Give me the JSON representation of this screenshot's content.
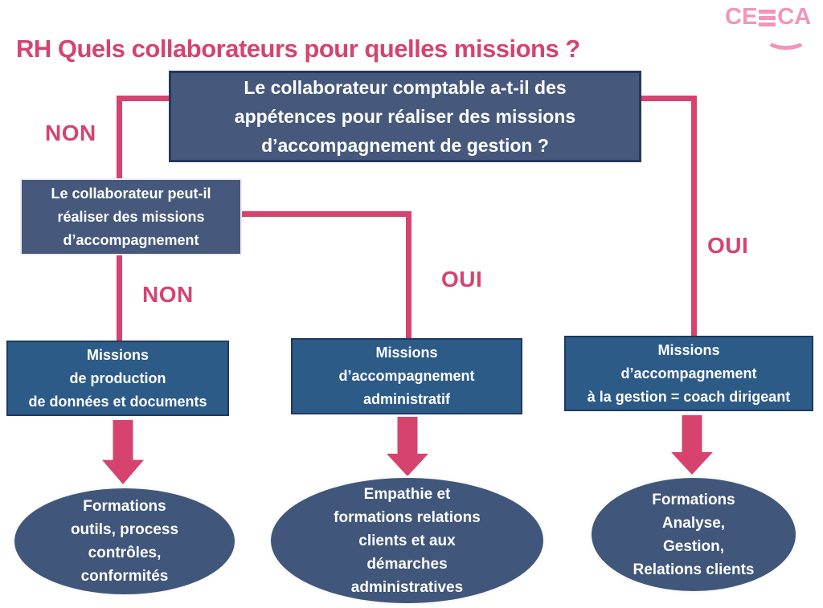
{
  "header": {
    "title": "RH Quels collaborateurs pour quelles missions ?",
    "logo": {
      "left": "CE",
      "right": "CA"
    }
  },
  "labels": {
    "non_top": "NON",
    "non_mid": "NON",
    "oui_mid": "OUI",
    "oui_right": "OUI"
  },
  "nodes": {
    "question_main": {
      "lines": [
        "Le collaborateur comptable a-t-il des",
        "appétences pour réaliser des missions",
        "d’accompagnement de gestion ?"
      ]
    },
    "question_secondary": {
      "lines": [
        "Le collaborateur peut-il",
        "réaliser des missions",
        "d’accompagnement"
      ]
    },
    "mission_production": {
      "lines": [
        "Missions",
        "de production",
        "de données et documents"
      ]
    },
    "mission_admin": {
      "lines": [
        "Missions",
        "d’accompagnement",
        "administratif"
      ]
    },
    "mission_gestion": {
      "lines": [
        "Missions",
        "d’accompagnement",
        "à la gestion = coach dirigeant"
      ]
    },
    "outcome_production": {
      "lines": [
        "Formations",
        "outils, process",
        "contrôles,",
        "conformités"
      ]
    },
    "outcome_admin": {
      "lines": [
        "Empathie et",
        "formations relations",
        "clients et aux",
        "démarches",
        "administratives"
      ]
    },
    "outcome_gestion": {
      "lines": [
        "Formations",
        "Analyse,",
        "Gestion,",
        "Relations clients"
      ]
    }
  },
  "colors": {
    "accent_pink": "#d5436e",
    "logo_pink": "#f294bc",
    "question_box_fill": "#46597c",
    "question_box_border": "#24385c",
    "mission_box_fill": "#2d5b88",
    "mission_box_border": "#1e3a5f",
    "ellipse_fill": "#40567a",
    "text": "#ffffff",
    "background": "#ffffff"
  }
}
